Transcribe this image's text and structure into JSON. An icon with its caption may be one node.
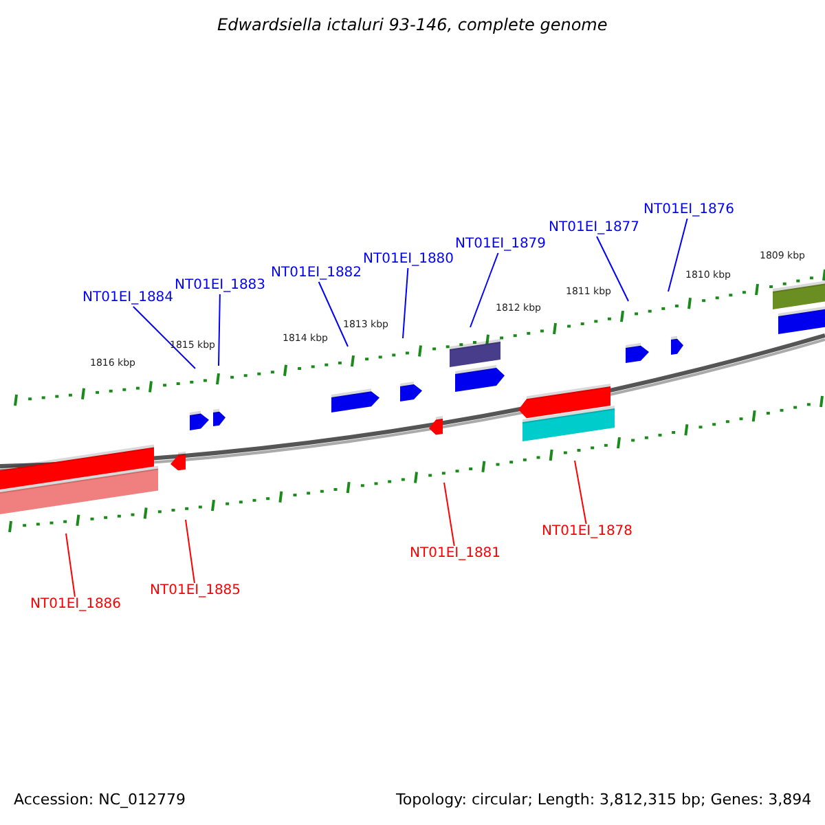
{
  "diagram": {
    "title": "Edwardsiella ictaluri 93-146, complete genome",
    "nodes": [
      {
        "text": [
          "NT01EI_1884"
        ]
      },
      {
        "text": [
          "NT01EI_1883"
        ]
      },
      {
        "text": [
          "NT01EI_1882"
        ]
      },
      {
        "text": [
          "NT01EI_1880"
        ]
      },
      {
        "text": [
          "NT01EI_1879"
        ]
      },
      {
        "text": [
          "NT01EI_1877"
        ]
      },
      {
        "text": [
          "NT01EI_1876"
        ]
      },
      {
        "text": [
          "NT01EI_1886"
        ]
      },
      {
        "text": [
          "NT01EI_1885"
        ]
      },
      {
        "text": [
          "NT01EI_1881"
        ]
      },
      {
        "text": [
          "NT01EI_1878"
        ]
      }
    ],
    "edges": [
      {
        "from": 0,
        "to": null,
        "arrow": "none"
      },
      {
        "from": 1,
        "to": null,
        "arrow": "none"
      },
      {
        "from": 2,
        "to": null,
        "arrow": "none"
      },
      {
        "from": 3,
        "to": null,
        "arrow": "none"
      },
      {
        "from": 4,
        "to": null,
        "arrow": "none"
      },
      {
        "from": 5,
        "to": null,
        "arrow": "none"
      },
      {
        "from": 6,
        "to": null,
        "arrow": "none"
      },
      {
        "from": 7,
        "to": null,
        "arrow": "none",
        "color": "#ff0000"
      },
      {
        "from": 8,
        "to": null,
        "arrow": "none",
        "color": "#ff0000"
      },
      {
        "from": 9,
        "to": null,
        "arrow": "none",
        "color": "#ff0000"
      },
      {
        "from": 10,
        "to": null,
        "arrow": "none",
        "color": "#ff0000"
      }
    ],
    "labels": [
      "1816 kbp",
      "1815 kbp",
      "1814 kbp",
      "1813 kbp",
      "1812 kbp",
      "1811 kbp",
      "1810 kbp",
      "1809 kbp",
      "Accession: NC_012779",
      "Topology: circular; Length: 3,812,315 bp; Genes: 3,894"
    ]
  }
}
